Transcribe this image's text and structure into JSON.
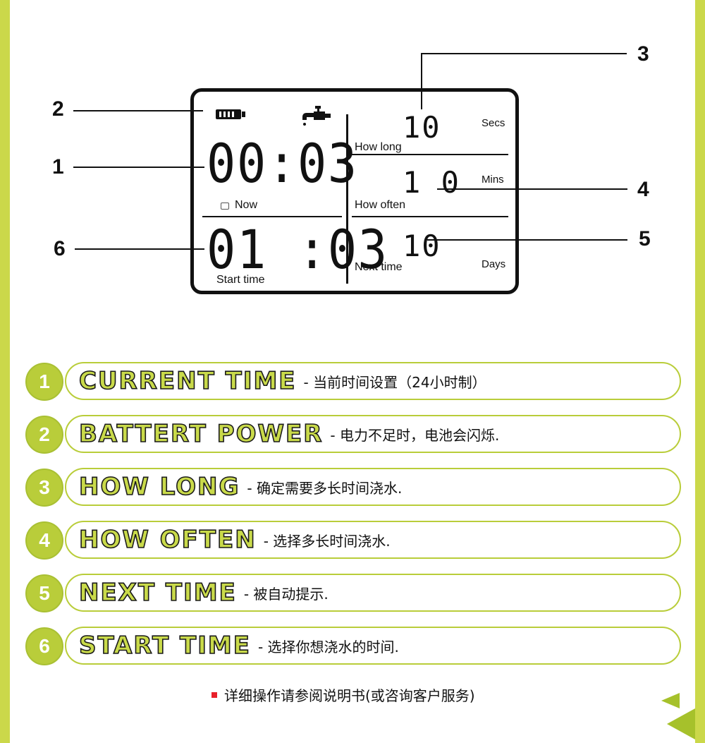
{
  "lcd": {
    "now_time": "00:03",
    "now_label": "Now",
    "start_time": "01 :03",
    "start_label": "Start time",
    "how_long_value": "10",
    "how_long_label": "How long",
    "how_long_unit": "Secs",
    "how_often_value": "1 0",
    "how_often_label": "How often",
    "how_often_unit": "Mins",
    "next_time_value": "10",
    "next_time_label": "Next time",
    "next_time_unit": "Days"
  },
  "callouts": [
    "1",
    "2",
    "3",
    "4",
    "5",
    "6"
  ],
  "features": [
    {
      "num": "1",
      "title": "CURRENT TIME",
      "desc": "- 当前时间设置（24小时制）"
    },
    {
      "num": "2",
      "title": "BATTERT POWER",
      "desc": "- 电力不足时，电池会闪烁."
    },
    {
      "num": "3",
      "title": "HOW LONG",
      "desc": "- 确定需要多长时间浇水."
    },
    {
      "num": "4",
      "title": "HOW OFTEN",
      "desc": "- 选择多长时间浇水."
    },
    {
      "num": "5",
      "title": "NEXT TIME",
      "desc": "- 被自动提示."
    },
    {
      "num": "6",
      "title": "START TIME",
      "desc": "- 选择你想浇水的时间."
    }
  ],
  "footnote": "详细操作请参阅说明书(或咨询客户服务)",
  "colors": {
    "accent": "#cbd84a",
    "pill_border": "#b9cd3a",
    "bullet": "#e8202a",
    "ink": "#111111"
  }
}
